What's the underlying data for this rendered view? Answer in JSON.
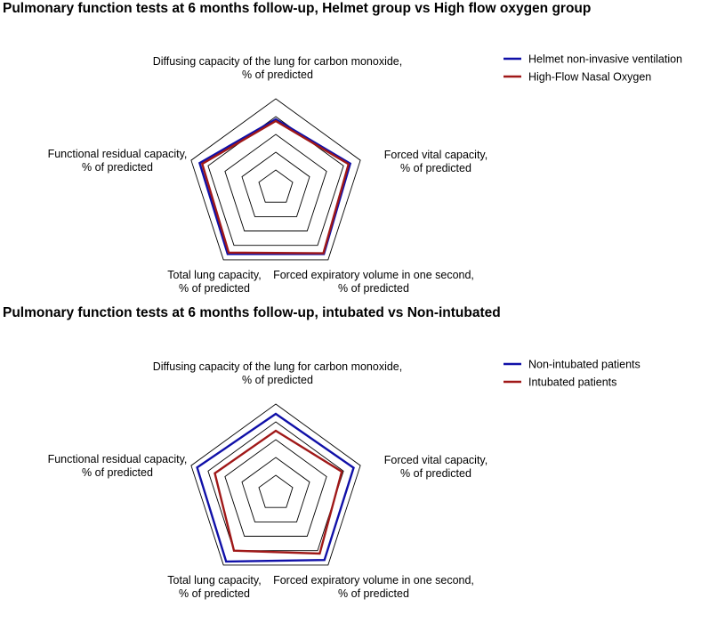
{
  "colors": {
    "blue": "#1010a8",
    "red": "#a01818",
    "grid": "#000000"
  },
  "chart_data": [
    {
      "type": "radar",
      "title": "Pulmonary function tests at 6 months follow-up, Helmet group vs High flow oxygen group",
      "axes": [
        [
          "Diffusing capacity of the lung for carbon monoxide,",
          "% of predicted"
        ],
        [
          "Forced vital capacity,",
          "% of predicted"
        ],
        [
          "Forced expiratory volume in one second,",
          "% of predicted"
        ],
        [
          "Total lung capacity,",
          "% of predicted"
        ],
        [
          "Functional residual capacity,",
          "% of predicted"
        ]
      ],
      "rlim": [
        0,
        100
      ],
      "rings": [
        20,
        40,
        60,
        80,
        100
      ],
      "series": [
        {
          "name": "Helmet non-invasive ventilation",
          "color": "#1010a8",
          "values": [
            77,
            88,
            92,
            92,
            90
          ]
        },
        {
          "name": "High-Flow Nasal Oxygen",
          "color": "#a01818",
          "values": [
            75,
            86,
            91,
            90,
            87
          ]
        }
      ],
      "legend": "top-right"
    },
    {
      "type": "radar",
      "title": "Pulmonary function tests at 6 months follow-up, intubated vs Non-intubated",
      "axes": [
        [
          "Diffusing capacity of the lung for carbon monoxide,",
          "% of predicted"
        ],
        [
          "Forced vital capacity,",
          "% of predicted"
        ],
        [
          "Forced expiratory volume in one second,",
          "% of predicted"
        ],
        [
          "Total lung capacity,",
          "% of predicted"
        ],
        [
          "Functional residual capacity,",
          "% of predicted"
        ]
      ],
      "rlim": [
        0,
        100
      ],
      "rings": [
        20,
        40,
        60,
        80,
        100
      ],
      "series": [
        {
          "name": "Non-intubated patients",
          "color": "#1010a8",
          "values": [
            89,
            92,
            93,
            95,
            93
          ]
        },
        {
          "name": "Intubated patients",
          "color": "#a01818",
          "values": [
            70,
            78,
            84,
            80,
            72
          ]
        }
      ],
      "legend": "top-right"
    }
  ]
}
